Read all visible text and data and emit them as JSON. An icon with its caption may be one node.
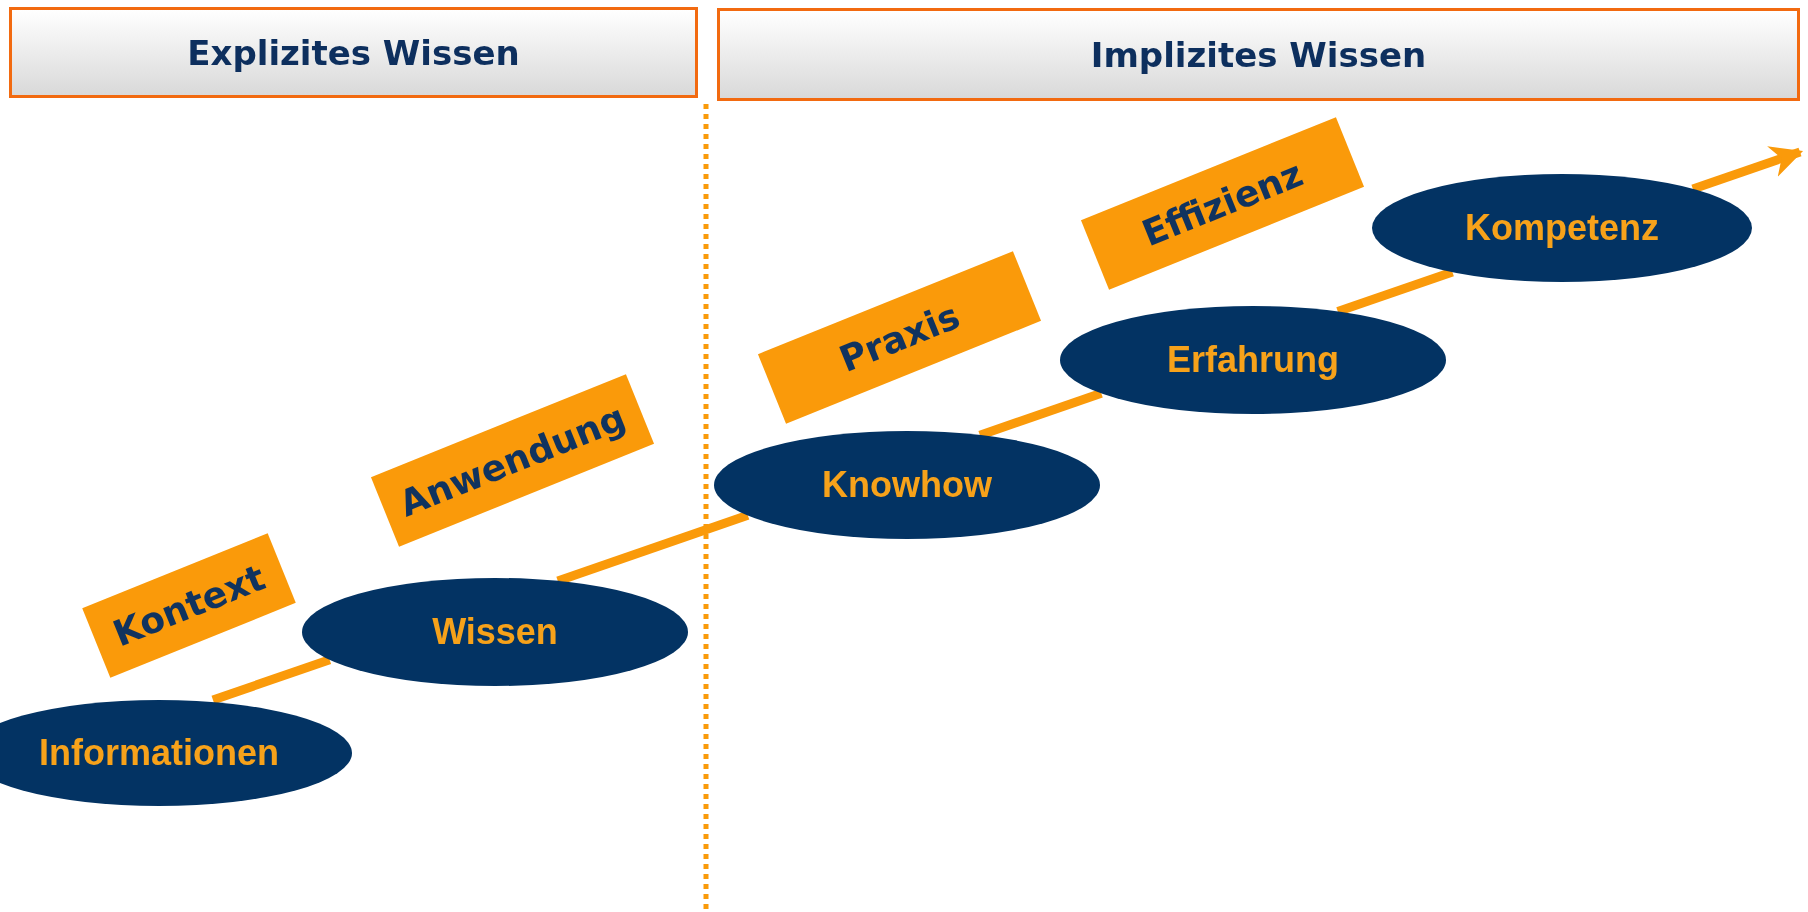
{
  "diagram": {
    "nodes": [
      {
        "text": [
          "Explizites Wissen"
        ]
      },
      {
        "text": [
          "Implizites Wissen"
        ]
      },
      {
        "text": [
          "Informationen"
        ]
      },
      {
        "text": [
          "Wissen"
        ]
      },
      {
        "text": [
          "Knowhow"
        ]
      },
      {
        "text": [
          "Erfahrung"
        ]
      },
      {
        "text": [
          "Kompetenz"
        ]
      },
      {
        "text": [
          "Kontext"
        ]
      },
      {
        "text": [
          "Anwendung"
        ]
      },
      {
        "text": [
          "Praxis"
        ]
      },
      {
        "text": [
          "Effizienz"
        ]
      }
    ],
    "edges": [
      {
        "from": 2,
        "to": 3,
        "arrow": "none"
      },
      {
        "from": 3,
        "to": 4,
        "arrow": "none"
      },
      {
        "from": 4,
        "to": 5,
        "arrow": "none"
      },
      {
        "from": 5,
        "to": 6,
        "arrow": "none"
      },
      {
        "from": 6,
        "to": null,
        "arrow": "to"
      }
    ]
  }
}
